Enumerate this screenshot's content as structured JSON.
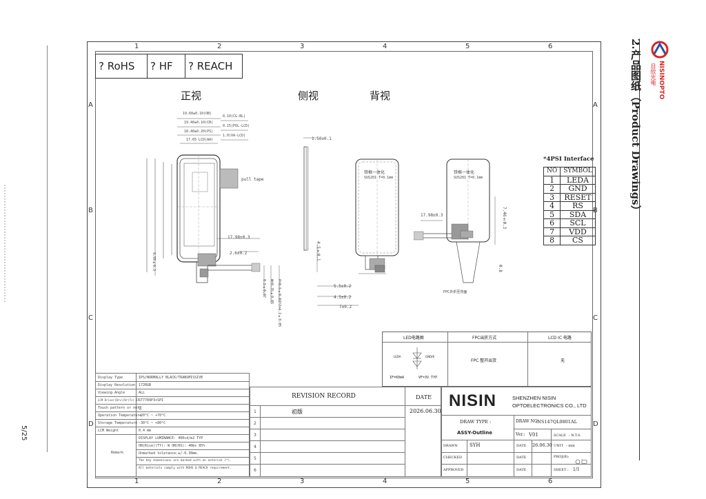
{
  "margin": {
    "page_number": "5/25"
  },
  "grid": {
    "columns": [
      "1",
      "2",
      "3",
      "4",
      "5",
      "6"
    ],
    "rows": [
      "A",
      "B",
      "C",
      "D"
    ]
  },
  "compliance": {
    "items": [
      "? RoHS",
      "? HF",
      "? REACH"
    ]
  },
  "views": {
    "front": "正视",
    "side": "侧视",
    "back": "背视"
  },
  "side_title": {
    "number": "2.",
    "cn": "产品图纸",
    "en": "（Product Drawings）"
  },
  "brand": {
    "logo_text": "NISINOPTO",
    "logo_cn": "日欣光电",
    "name": "NISIN",
    "company_line1": "SHENZHEN NISIN",
    "company_line2": "OPTOELECTRONICS CO., LTD"
  },
  "interface": {
    "title": "*4PSI Interface",
    "headers": [
      "NO",
      "SYMBOL"
    ],
    "rows": [
      [
        "1",
        "LEDA"
      ],
      [
        "2",
        "GND"
      ],
      [
        "3",
        "RESET"
      ],
      [
        "4",
        "RS"
      ],
      [
        "5",
        "SDA"
      ],
      [
        "6",
        "SCL"
      ],
      [
        "7",
        "VDD"
      ],
      [
        "8",
        "CS"
      ]
    ]
  },
  "dims": {
    "d1": "19.60±0.10(OB)",
    "d2": "19.40±0.10(CB)",
    "d3": "18.40±0.20(PS)",
    "d4": "17.65 LCD(AA)",
    "d5": "0.10(CG-BL)",
    "d6": "0.15(POL-LCD)",
    "d7": "1.0(VA-LCD)",
    "thick": "1.50±0.1",
    "fpc_w": "17.98±0.3",
    "d8": "2.6±0.2",
    "pitch": "9.55±0.3",
    "d9": "0.5±0.07",
    "d10": "W=0.35±0.05",
    "d11": "P=0.6±0.03*7=4.2±0.05",
    "d12": "4.5±0.1",
    "d13": "5.5±0.2",
    "d14": "4.5±0.2",
    "d15": "7±0.2",
    "d16": "17.98±0.3",
    "d17": "7.46±0.3",
    "d18": "0.8",
    "pull_tape": "pull tape",
    "steel": "SUS201 T=0.1mm",
    "steel_cn": "铁框一体化",
    "fpc_note": "FPC外折至背面"
  },
  "notes": {
    "led_title": "LED电路图",
    "fpc_title": "FPC出折方式",
    "lcd_title": "LCD IC 电路",
    "led_left": "LEDA",
    "led_right": "GND/K",
    "if_val": "IF=60mA",
    "vf_val": "VF=3V TYP",
    "fpc_desc": "FPC 整开出货",
    "lcd_desc": "无"
  },
  "spec": {
    "rows": [
      [
        "Display Type",
        "IPS/NORMALLY BLACK/TRANSMISSIVE"
      ],
      [
        "Display Resolution",
        "172RGB"
      ],
      [
        "Viewing Angle",
        "ALL"
      ],
      [
        "LCM Driver(Drv)/Dr(Ts)-IF",
        "ST7789P3+SPI"
      ],
      [
        "Touch pattern or not",
        "否"
      ],
      [
        "Operation Temperature",
        "-20°C ~ +70°C"
      ],
      [
        "Storage Temperature",
        "-30°C ~ +80°C"
      ],
      [
        "LCM Weight",
        "0.4 mm"
      ]
    ],
    "remark_label": "Remark",
    "remarks": [
      "DISPLAY LUMINANCE: 400cd/m2 TYP",
      "ON(Rise)(TY): W ON(RS): 40ms 85%",
      "Unmarked tolerance:±/-0.30mm.",
      "The key dimensions are marked with an asterisk (*).",
      "All materials comply with ROHS & REACH requirement."
    ]
  },
  "revision": {
    "title": "REVISION RECORD",
    "date_header": "DATE",
    "entries": [
      {
        "mark": "1",
        "desc": "初版",
        "date": "2026.06.30"
      }
    ],
    "empty_marks": [
      "2",
      "3",
      "4",
      "5",
      "6"
    ]
  },
  "titleblock": {
    "draw_type_label": "DRAW TYPE :",
    "draw_type": "ASSY-Outline",
    "draw_no_label": "DRAW NO.",
    "draw_no": ":NS147QL0801AL",
    "ver_label": "Ver.:",
    "ver": "V01",
    "scale_label": "SCALE",
    "scale": ": N.T.S.",
    "drawn": "DRAWN",
    "drawn_by": "SYH",
    "checked": "CHECKED",
    "approved": "APPROVED",
    "date_label": "DATE",
    "date": "26.06.30",
    "unit_label": "UNIT",
    "unit": ": mm",
    "proj_label": "PROJ(B):",
    "sheet_label": "SHEET :",
    "sheet": "1/1"
  }
}
